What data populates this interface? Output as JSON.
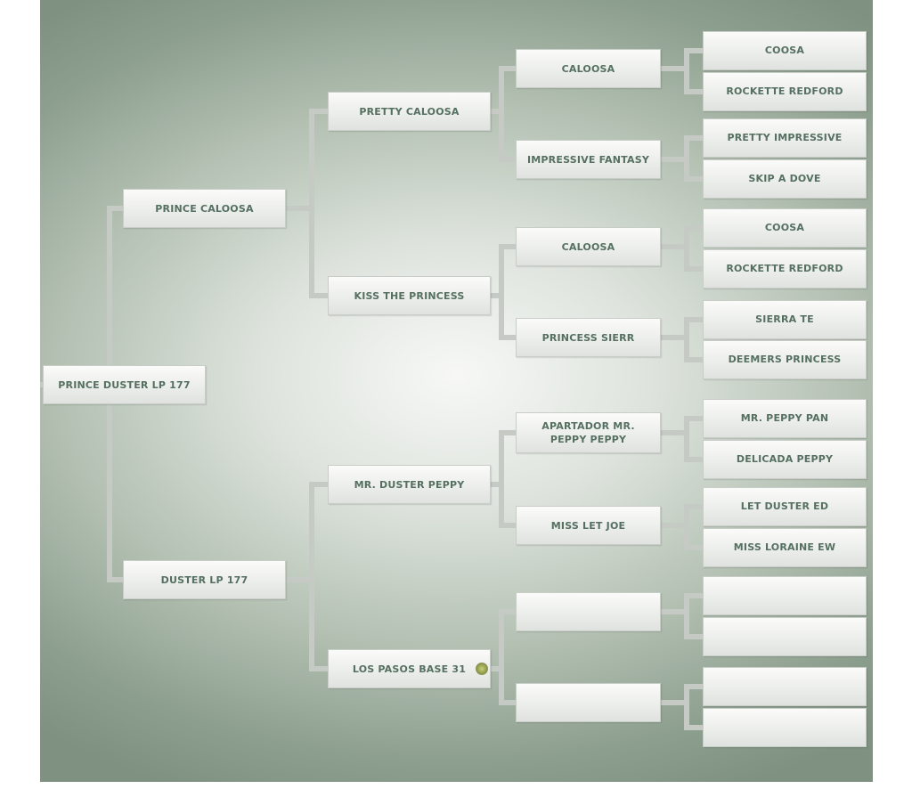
{
  "pedigree": {
    "subject": "PRINCE DUSTER LP 177",
    "sire": "PRINCE CALOOSA",
    "dam": "DUSTER LP 177",
    "sire_sire": "PRETTY CALOOSA",
    "sire_dam": "KISS THE PRINCESS",
    "dam_sire": "MR. DUSTER PEPPY",
    "dam_dam": "LOS PASOS BASE 31",
    "gen3": [
      "CALOOSA",
      "IMPRESSIVE FANTASY",
      "CALOOSA",
      "PRINCESS SIERR",
      "APARTADOR MR. PEPPY PEPPY",
      "MISS LET JOE",
      "",
      ""
    ],
    "gen4": [
      "COOSA",
      "ROCKETTE REDFORD",
      "PRETTY IMPRESSIVE",
      "SKIP A DOVE",
      "COOSA",
      "ROCKETTE REDFORD",
      "SIERRA TE",
      "DEEMERS PRINCESS",
      "MR. PEPPY PAN",
      "DELICADA PEPPY",
      "LET DUSTER ED",
      "MISS LORAINE EW",
      "",
      "",
      "",
      ""
    ],
    "badge_icon": "award-medal-icon"
  },
  "colors": {
    "connector": "#c5cac4",
    "text": "#557060",
    "background_edge": "#7f9281"
  }
}
